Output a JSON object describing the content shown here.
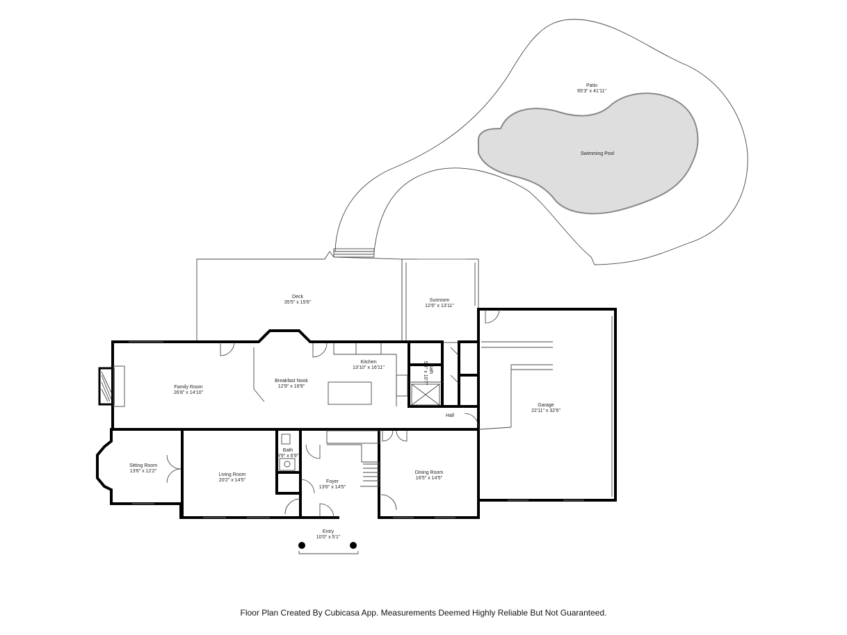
{
  "rooms": {
    "patio": {
      "name": "Patio",
      "size": "65'3\" x 41'11\""
    },
    "pool": {
      "name": "Swimming Pool"
    },
    "deck": {
      "name": "Deck",
      "size": "35'5\" x 15'6\""
    },
    "sunroom": {
      "name": "Sunroom",
      "size": "12'6\" x 13'11\""
    },
    "kitchen": {
      "name": "Kitchen",
      "size": "13'10\" x 16'11\""
    },
    "bath_upper": {
      "name": "Bath",
      "size": "5'4\" x 10'7\""
    },
    "family_room": {
      "name": "Family Room",
      "size": "26'8\" x 14'10\""
    },
    "breakfast_nook": {
      "name": "Breakfast Nook",
      "size": "12'9\" x 16'9\""
    },
    "garage": {
      "name": "Garage",
      "size": "22'11\" x 32'6\""
    },
    "hall": {
      "name": "Hall"
    },
    "sitting_room": {
      "name": "Sitting Room",
      "size": "13'6\" x 12'2\""
    },
    "living_room": {
      "name": "Living Room",
      "size": "20'2\" x 14'5\""
    },
    "bath_lower": {
      "name": "Bath",
      "size": "3'9\" x 6'9\""
    },
    "foyer": {
      "name": "Foyer",
      "size": "13'6\" x 14'5\""
    },
    "dining_room": {
      "name": "Dining Room",
      "size": "16'5\" x 14'5\""
    },
    "entry": {
      "name": "Entry",
      "size": "10'0\" x 5'1\""
    }
  },
  "footer": "Floor Plan Created By Cubicasa App. Measurements Deemed Highly Reliable But Not Guaranteed."
}
